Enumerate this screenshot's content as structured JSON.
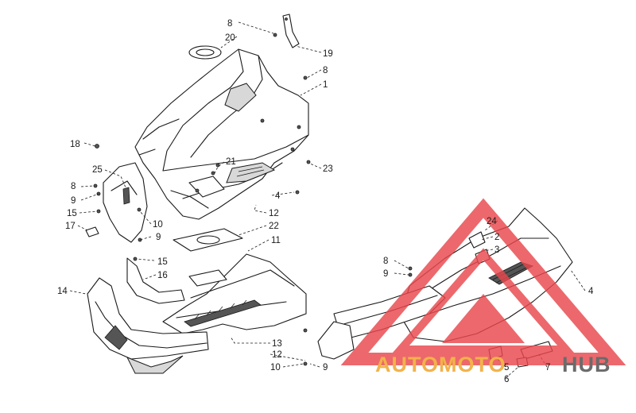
{
  "callouts": [
    {
      "label": "8"
    },
    {
      "label": "20"
    },
    {
      "label": "19"
    },
    {
      "label": "8"
    },
    {
      "label": "1"
    },
    {
      "label": "18"
    },
    {
      "label": "21"
    },
    {
      "label": "23"
    },
    {
      "label": "25"
    },
    {
      "label": "8"
    },
    {
      "label": "9"
    },
    {
      "label": "4"
    },
    {
      "label": "15"
    },
    {
      "label": "12"
    },
    {
      "label": "10"
    },
    {
      "label": "17"
    },
    {
      "label": "22"
    },
    {
      "label": "9"
    },
    {
      "label": "11"
    },
    {
      "label": "15"
    },
    {
      "label": "16"
    },
    {
      "label": "14"
    },
    {
      "label": "24"
    },
    {
      "label": "2"
    },
    {
      "label": "3"
    },
    {
      "label": "8"
    },
    {
      "label": "9"
    },
    {
      "label": "4"
    },
    {
      "label": "13"
    },
    {
      "label": "12"
    },
    {
      "label": "10"
    },
    {
      "label": "9"
    },
    {
      "label": "5"
    },
    {
      "label": "7"
    },
    {
      "label": "6"
    }
  ],
  "watermark": {
    "part1": "AUTOMOTO",
    "part2": "HUB",
    "color_primary": "#f2b24a",
    "color_secondary": "#6b6b6b",
    "triangle_color": "#e8474c"
  }
}
